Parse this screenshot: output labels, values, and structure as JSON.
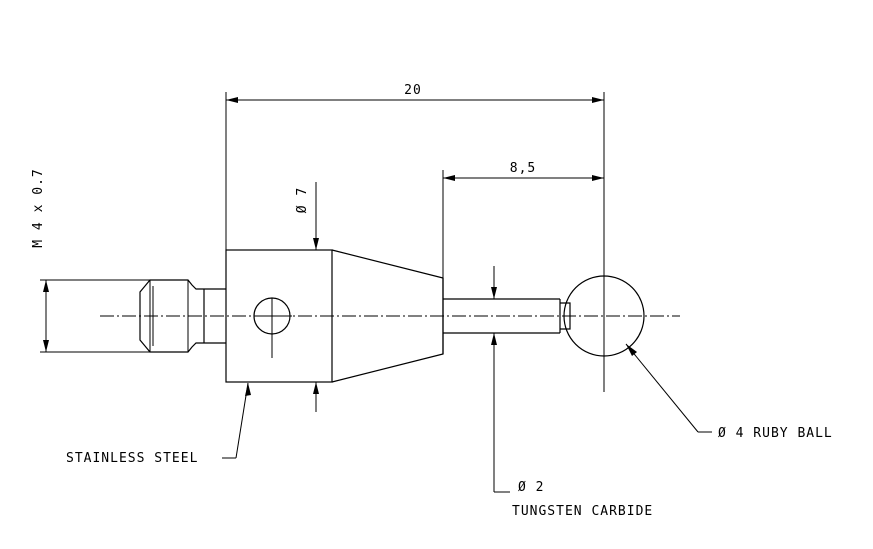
{
  "dimensions": {
    "overall_length": "20",
    "stem_length": "8,5",
    "body_diameter": "Ø 7",
    "thread": "M 4 x 0.7"
  },
  "callouts": {
    "body_material": "STAINLESS STEEL",
    "ball": "Ø 4 RUBY BALL",
    "stem_diameter": "Ø 2",
    "stem_material": "TUNGSTEN CARBIDE"
  }
}
